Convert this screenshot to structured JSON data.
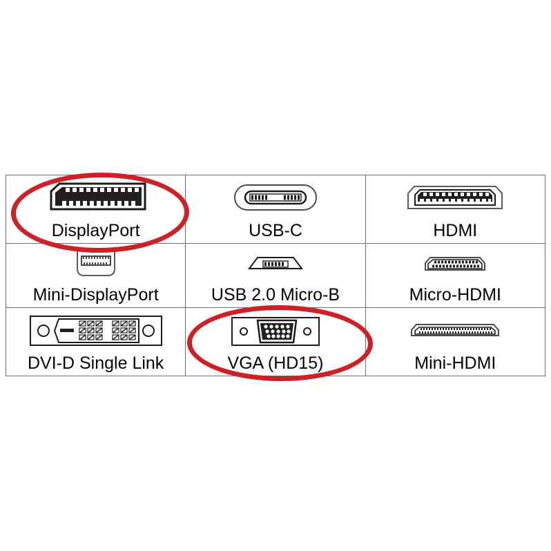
{
  "figure": {
    "title": "Video and data connector types reference chart",
    "annotation_color": "#cc2127",
    "border_color": "#6d6d6d",
    "text_color": "#000000",
    "background": "#ffffff"
  },
  "table": {
    "rows": [
      {
        "cells": [
          {
            "label": "DisplayPort",
            "icon": "displayport-connector-icon",
            "highlighted": true
          },
          {
            "label": "USB-C",
            "icon": "usb-c-connector-icon",
            "highlighted": false
          },
          {
            "label": "HDMI",
            "icon": "hdmi-connector-icon",
            "highlighted": false
          }
        ]
      },
      {
        "cells": [
          {
            "label": "Mini-DisplayPort",
            "icon": "mini-displayport-connector-icon",
            "highlighted": false
          },
          {
            "label": "USB 2.0 Micro-B",
            "icon": "usb-micro-b-connector-icon",
            "highlighted": false
          },
          {
            "label": "Micro-HDMI",
            "icon": "micro-hdmi-connector-icon",
            "highlighted": false
          }
        ]
      },
      {
        "cells": [
          {
            "label": "DVI-D Single Link",
            "icon": "dvi-d-connector-icon",
            "highlighted": false
          },
          {
            "label": "VGA (HD15)",
            "icon": "vga-connector-icon",
            "highlighted": true
          },
          {
            "label": "Mini-HDMI",
            "icon": "mini-hdmi-connector-icon",
            "highlighted": false
          }
        ]
      }
    ]
  },
  "annotations": [
    {
      "name": "displayport-highlight-ellipse",
      "target": "DisplayPort",
      "shape": "ellipse",
      "color": "#cc2127"
    },
    {
      "name": "vga-highlight-ellipse",
      "target": "VGA (HD15)",
      "shape": "ellipse",
      "color": "#cc2127"
    }
  ]
}
